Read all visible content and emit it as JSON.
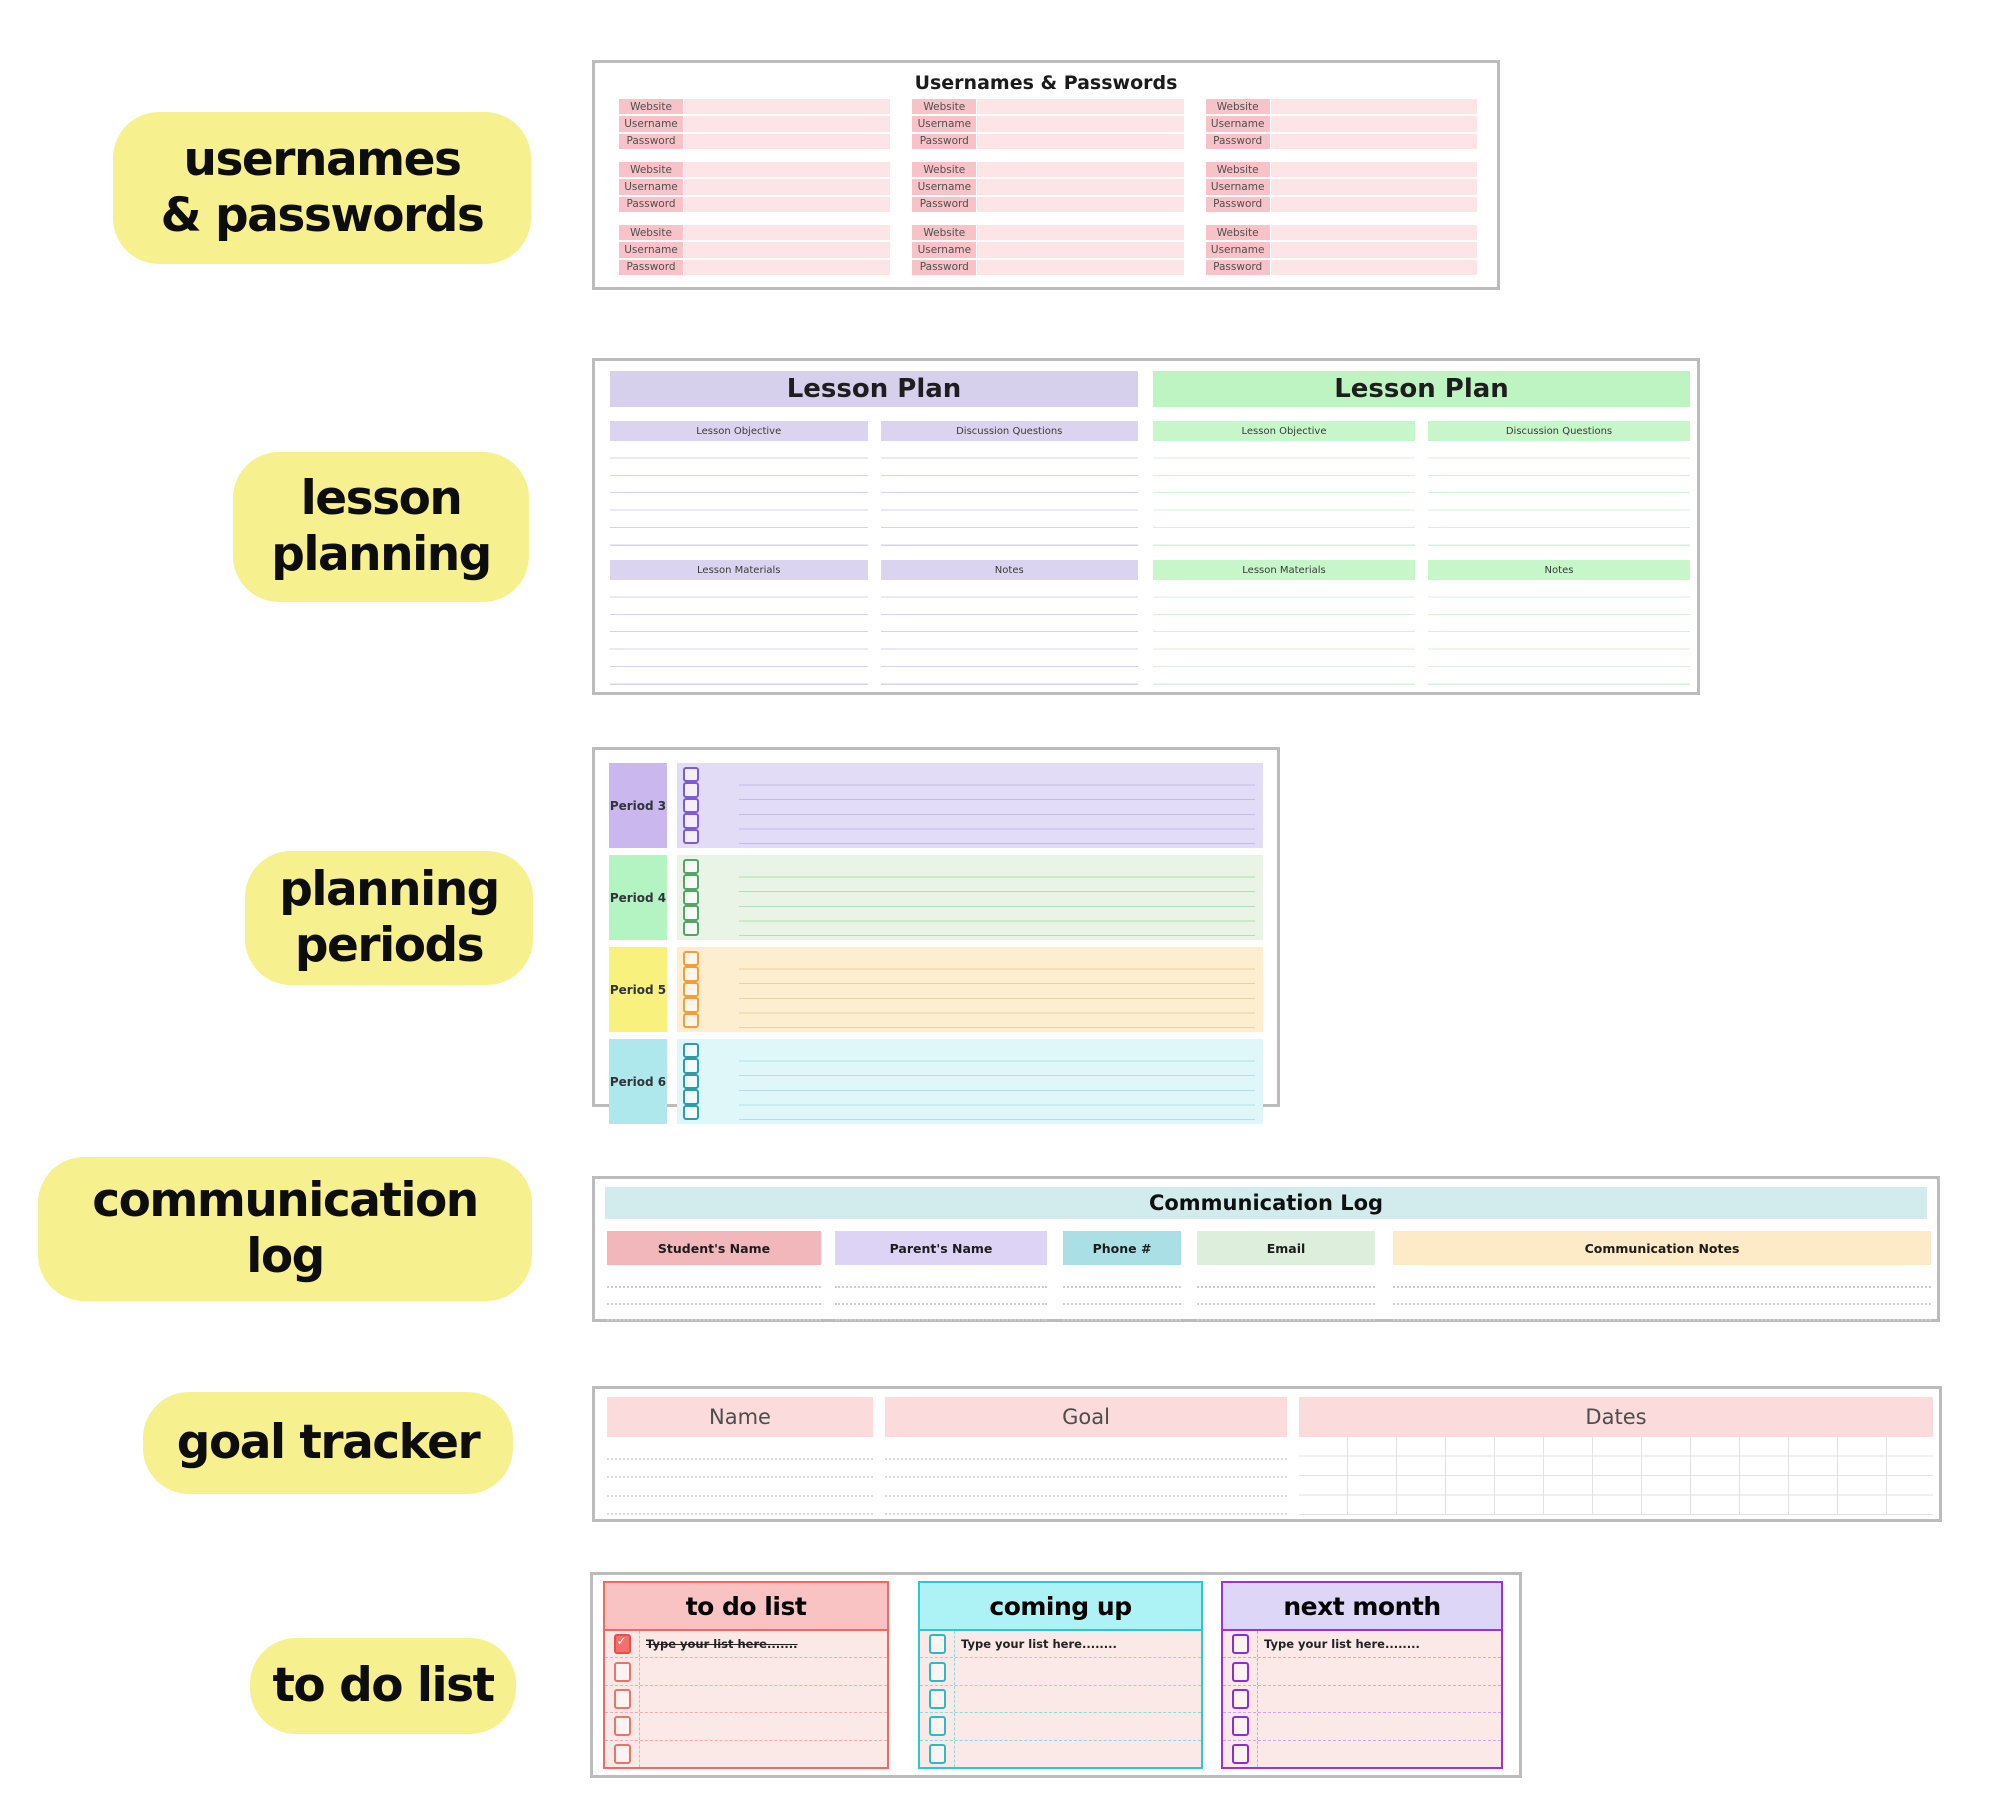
{
  "labels": {
    "usernames": {
      "l1": "usernames",
      "l2": "& passwords"
    },
    "lesson": {
      "l1": "lesson",
      "l2": "planning"
    },
    "periods": {
      "l1": "planning",
      "l2": "periods"
    },
    "comm": {
      "l1": "communication",
      "l2": "log"
    },
    "goal": {
      "l1": "goal tracker"
    },
    "todo": {
      "l1": "to do list"
    }
  },
  "usernames_section": {
    "title": "Usernames & Passwords",
    "field_labels": {
      "website": "Website",
      "username": "Username",
      "password": "Password"
    },
    "blocks": 9
  },
  "lesson_plan": {
    "title": "Lesson Plan",
    "headers": {
      "objective": "Lesson Objective",
      "questions": "Discussion Questions",
      "materials": "Lesson Materials",
      "notes": "Notes"
    },
    "variants": [
      "purple",
      "green"
    ]
  },
  "planning_periods": {
    "periods": [
      {
        "label": "Period 3",
        "color": "#c9b7ed"
      },
      {
        "label": "Period 4",
        "color": "#b4f4c2"
      },
      {
        "label": "Period 5",
        "color": "#f9f17d"
      },
      {
        "label": "Period 6",
        "color": "#aee8ec"
      }
    ],
    "checkboxes_per_period": 5
  },
  "communication_log": {
    "title": "Communication Log",
    "columns": [
      {
        "label": "Student's Name",
        "color": "#f1b7bb"
      },
      {
        "label": "Parent's Name",
        "color": "#ddd3f5"
      },
      {
        "label": "Phone #",
        "color": "#a9dfe5"
      },
      {
        "label": "Email",
        "color": "#ddeedd"
      },
      {
        "label": "Communication Notes",
        "color": "#fdeac6"
      }
    ]
  },
  "goal_tracker": {
    "columns": [
      {
        "label": "Name"
      },
      {
        "label": "Goal"
      },
      {
        "label": "Dates"
      }
    ],
    "header_color": "#fcdbdc"
  },
  "todo_section": {
    "cards": [
      {
        "title": "to do list",
        "first_item": "Type your list here.......",
        "checked": true,
        "accent": "#ef6a66"
      },
      {
        "title": "coming up",
        "first_item": "Type your list here........",
        "checked": false,
        "accent": "#31c6ce"
      },
      {
        "title": "next month",
        "first_item": "Type your list here........",
        "checked": false,
        "accent": "#9d31da"
      }
    ]
  },
  "colors": {
    "label_pill": "#f6f08e",
    "username_label_cell": "#f7c2c8",
    "username_value_cell": "#fde4e6",
    "lesson_purple": "#d7d0ed",
    "lesson_green": "#bef4c2",
    "comm_header": "#d2ebed",
    "panel_border": "#bcbcbc"
  }
}
